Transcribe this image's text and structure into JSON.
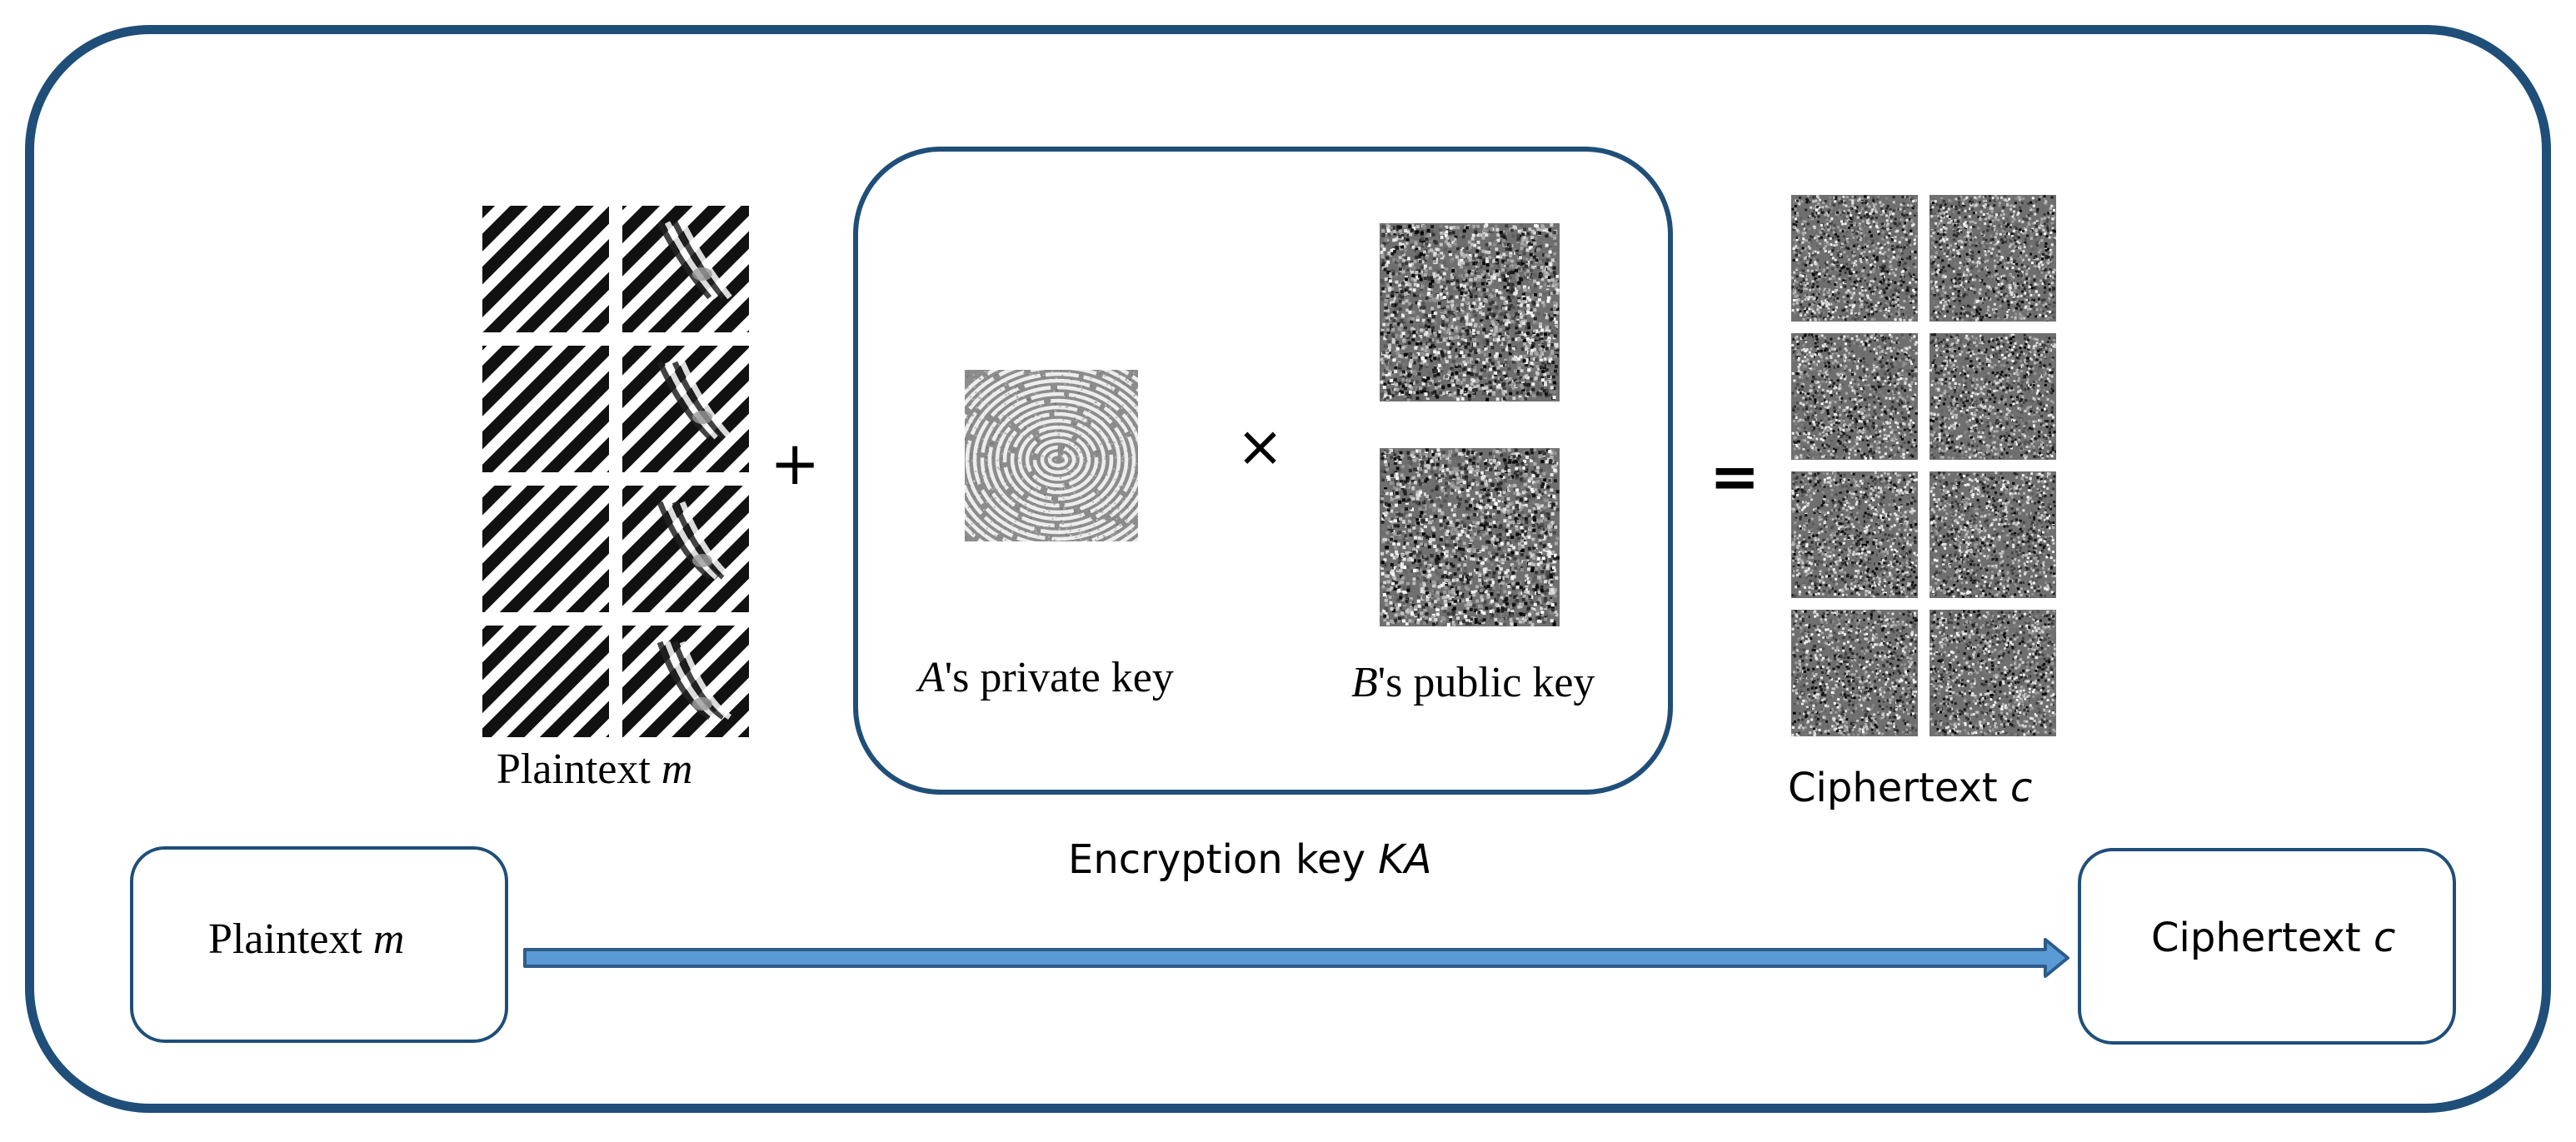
{
  "diagram": {
    "operators": {
      "plus": "+",
      "times": "×",
      "equals": "="
    },
    "plaintext_caption": {
      "text": "Plaintext ",
      "var": "m"
    },
    "private_key_caption": {
      "var": "A",
      "text": "'s private key"
    },
    "public_key_caption": {
      "var": "B",
      "text": "'s public key"
    },
    "ciphertext_caption": {
      "text": "Ciphertext ",
      "var": "c"
    },
    "encryption_key_caption": {
      "text": "Encryption key ",
      "var": "KA"
    },
    "flow": {
      "source_label": {
        "text": "Plaintext ",
        "var": "m"
      },
      "target_label": {
        "text": "Ciphertext ",
        "var": "c"
      }
    },
    "colors": {
      "border": "#1f4e79",
      "arrow_fill": "#5b9bd5",
      "arrow_stroke": "#2e5c8a"
    }
  }
}
